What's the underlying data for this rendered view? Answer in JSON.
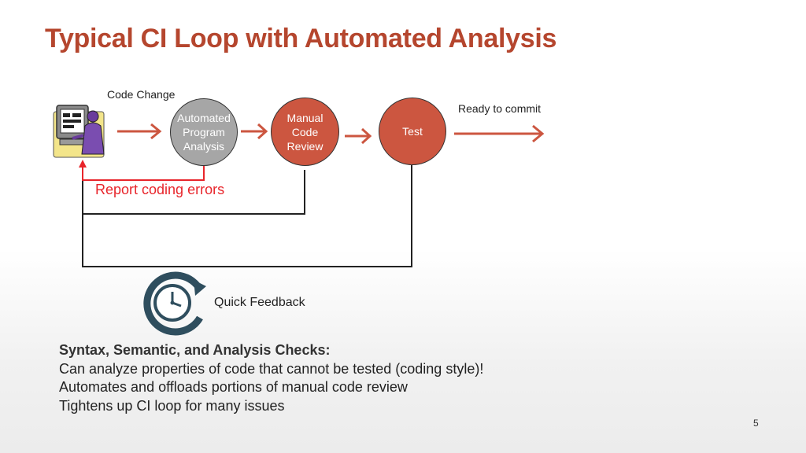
{
  "slide": {
    "title": "Typical CI Loop with Automated Analysis",
    "page_number": "5"
  },
  "diagram": {
    "code_change_label": "Code Change",
    "ready_label": "Ready to commit",
    "nodes": {
      "automated": [
        "Automated",
        "Program",
        "Analysis"
      ],
      "manual": [
        "Manual",
        "Code",
        "Review"
      ],
      "test": "Test"
    },
    "report_label": "Report coding errors",
    "feedback_label": "Quick Feedback",
    "colors": {
      "accent": "#cc5640",
      "title": "#b5462e",
      "error": "#e8252b",
      "gray_node": "#a6a6a6"
    }
  },
  "checks": {
    "heading": "Syntax, Semantic, and Analysis Checks:",
    "lines": [
      "Can analyze properties of code that cannot be tested (coding style)!",
      "Automates and offloads portions of manual code review",
      "Tightens up CI loop for many issues"
    ]
  }
}
